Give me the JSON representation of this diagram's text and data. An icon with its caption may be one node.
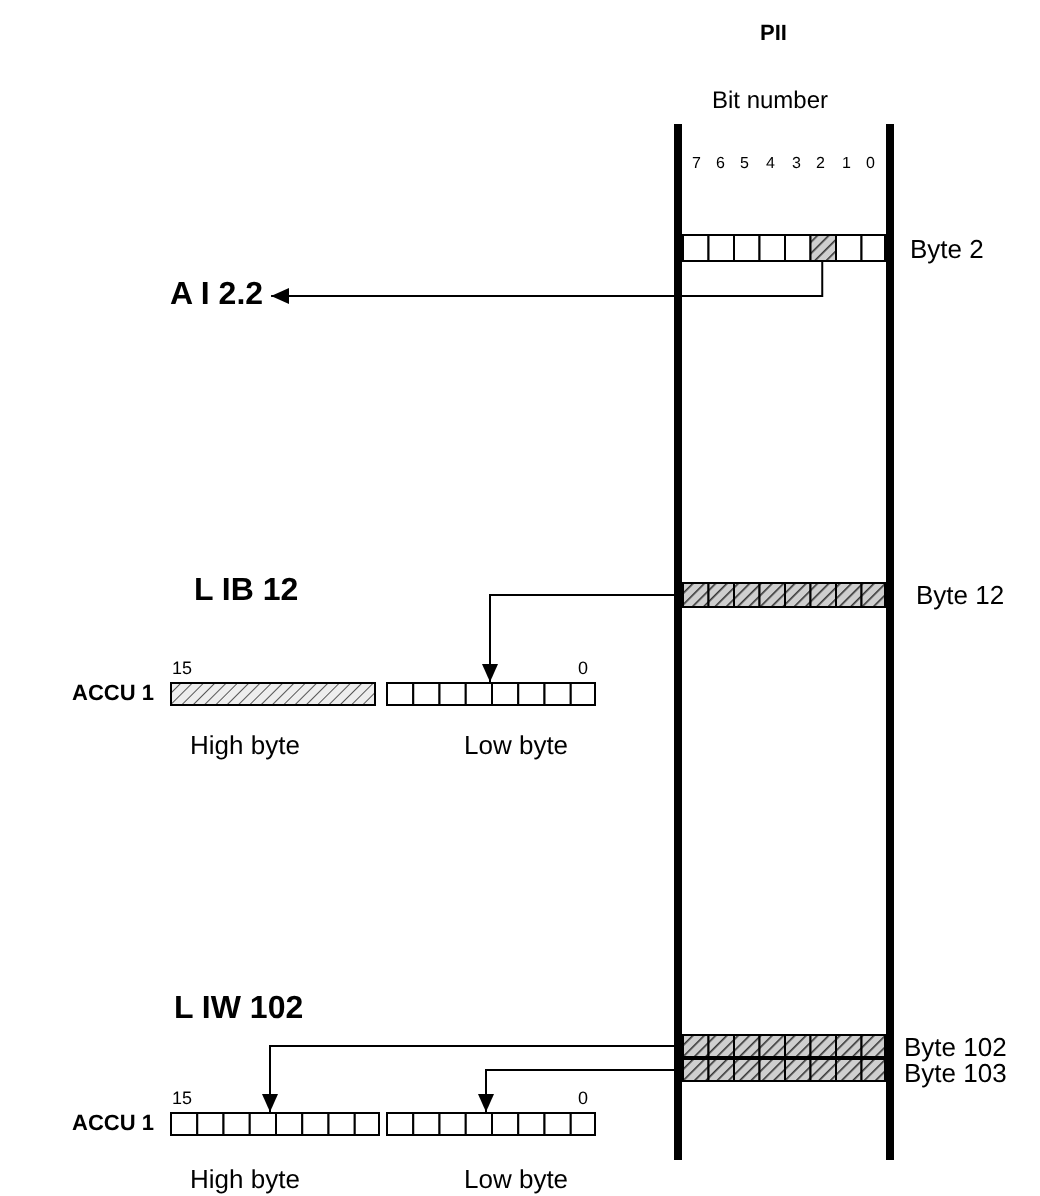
{
  "diagram": {
    "nodes": [
      {
        "text": [],
        "shape": "bar",
        "beside": [
          "Byte 2"
        ]
      },
      {
        "text": [
          "A I 2.2"
        ]
      },
      {
        "text": [],
        "shape": "bar",
        "beside": [
          "Byte 12"
        ]
      },
      {
        "text": [],
        "shape": "bar",
        "beside": [
          "High byte"
        ]
      },
      {
        "text": [],
        "shape": "bar",
        "beside": [
          "Low byte"
        ]
      },
      {
        "text": [],
        "shape": "bar",
        "beside": [
          "Byte 102"
        ]
      },
      {
        "text": [],
        "shape": "bar",
        "beside": [
          "Byte 103"
        ]
      },
      {
        "text": [],
        "shape": "bar",
        "beside": [
          "High byte"
        ]
      },
      {
        "text": [],
        "shape": "bar",
        "beside": [
          "Low byte"
        ]
      }
    ],
    "edges": [
      {
        "from": 0,
        "to": 1,
        "arrow": "to"
      },
      {
        "from": 2,
        "to": 4,
        "arrow": "to"
      },
      {
        "from": 5,
        "to": 7,
        "arrow": "to"
      },
      {
        "from": 6,
        "to": 8,
        "arrow": "to"
      }
    ],
    "labels": [
      "PII",
      "Bit number",
      "7",
      "6",
      "5",
      "4",
      "3",
      "2",
      "1",
      "0",
      "L IB 12",
      "ACCU 1",
      "15",
      "0",
      "L IW 102",
      "ACCU 1",
      "15",
      "0"
    ]
  }
}
